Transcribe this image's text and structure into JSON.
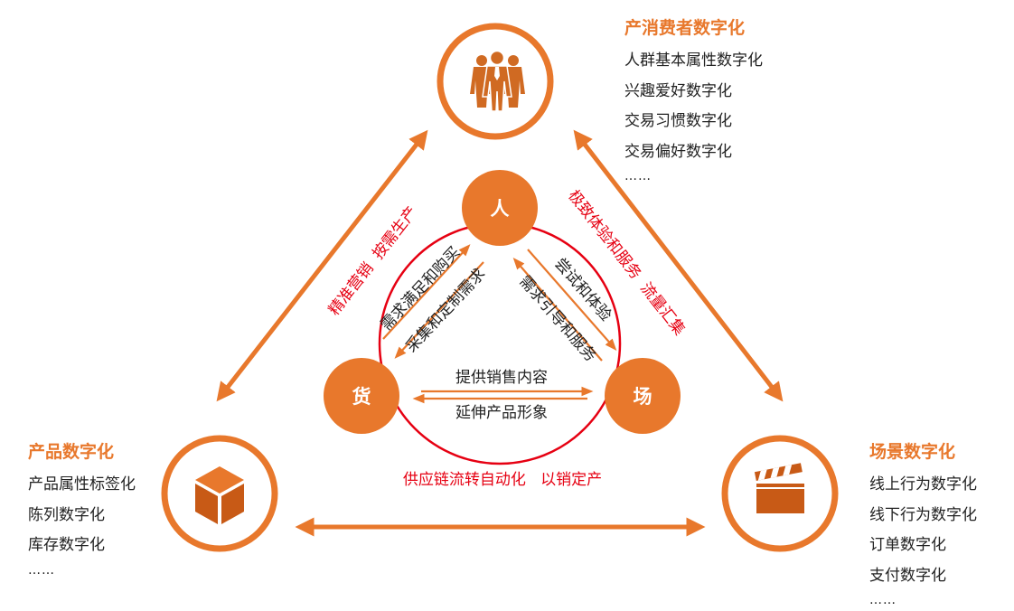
{
  "colors": {
    "orange": "#e8782c",
    "red": "#e60012",
    "text": "#222222",
    "white": "#ffffff"
  },
  "icons": {
    "consumer": "people-group-icon",
    "product": "box-icon",
    "scene": "clapperboard-icon"
  },
  "nodes": {
    "person": "人",
    "goods": "货",
    "scene": "场"
  },
  "center_labels": {
    "left_outer": "需求满足和购买",
    "left_inner": "采集和定制需求",
    "right_outer": "尝试和体验",
    "right_inner": "需求引导和服务",
    "bottom_top": "提供销售内容",
    "bottom_bottom": "延伸产品形象"
  },
  "edge_labels": {
    "left": "精准营销  按需生产",
    "right": "极致体验和服务  流量汇集",
    "bottom": "供应链流转自动化   以销定产"
  },
  "consumer": {
    "title": "产消费者数字化",
    "items": [
      "人群基本属性数字化",
      "兴趣爱好数字化",
      "交易习惯数字化",
      "交易偏好数字化"
    ],
    "more": "……"
  },
  "product": {
    "title": "产品数字化",
    "items": [
      "产品属性标签化",
      "陈列数字化",
      "库存数字化"
    ],
    "more": "……"
  },
  "scene": {
    "title": "场景数字化",
    "items": [
      "线上行为数字化",
      "线下行为数字化",
      "订单数字化",
      "支付数字化"
    ],
    "more": "……"
  }
}
